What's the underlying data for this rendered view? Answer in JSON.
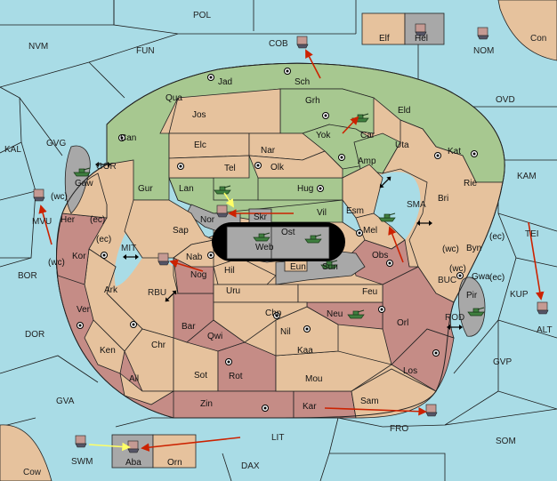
{
  "colors": {
    "sea": "#a9dce6",
    "neutral": "#e6c29d",
    "green": "#a7c890",
    "red": "#c58c86",
    "gray": "#a8a8a8",
    "order": "#cc2200",
    "support": "#ffff66"
  },
  "oceans": {
    "POL": "POL",
    "NVM": "NVM",
    "FUN": "FUN",
    "COB": "COB",
    "NOM": "NOM",
    "Con": "Con",
    "OVD": "OVD",
    "KAL": "KAL",
    "GVG": "GVG",
    "GOR": "GOR",
    "KAM": "KAM",
    "SMA": "SMA",
    "TEI": "TEI",
    "MVU": "MVU",
    "MIT": "MIT",
    "BOR": "BOR",
    "RBU": "RBU",
    "BUC": "BUC",
    "KUP": "KUP",
    "ROD": "ROD",
    "ALT": "ALT",
    "DOR": "DOR",
    "GVP": "GVP",
    "GVA": "GVA",
    "FRO": "FRO",
    "LIT": "LIT",
    "SOM": "SOM",
    "SWM": "SWM",
    "DAX": "DAX",
    "Cow": "Cow"
  },
  "coasts": {
    "wc1": "(wc)",
    "ec1": "(ec)",
    "ec2": "(ec)",
    "wc2": "(wc)",
    "wc3": "(wc)",
    "ec3": "(ec)",
    "wc4": "(wc)",
    "ec4": "(ec)"
  },
  "territories": {
    "Jad": "Jad",
    "Qua": "Qua",
    "Sch": "Sch",
    "Grh": "Grh",
    "Eld": "Eld",
    "Jos": "Jos",
    "Can": "Can",
    "Yok": "Yok",
    "Car": "Car",
    "Uta": "Uta",
    "Elc": "Elc",
    "Nar": "Nar",
    "Kat": "Kat",
    "Tel": "Tel",
    "Olk": "Olk",
    "Amp": "Amp",
    "Gaw": "Gaw",
    "Gur": "Gur",
    "Lan": "Lan",
    "Hug": "Hug",
    "Rie": "Rie",
    "Bri": "Bri",
    "Her": "Her",
    "Nor": "Nor",
    "Skr": "Skr",
    "Vil": "Vil",
    "Esm": "Esm",
    "Sap": "Sap",
    "Ost": "Ost",
    "Mel": "Mel",
    "Byn": "Byn",
    "Web": "Web",
    "Kor": "Kor",
    "Nab": "Nab",
    "Eun": "Eun",
    "Sun": "Sun",
    "Obs": "Obs",
    "Gwa": "Gwa",
    "Hil": "Hil",
    "Nog": "Nog",
    "Ark": "Ark",
    "Uru": "Uru",
    "Feu": "Feu",
    "Pir": "Pir",
    "Ver": "Ver",
    "Chp": "Chp",
    "Neu": "Neu",
    "Bar": "Bar",
    "Orl": "Orl",
    "Qwi": "Qwi",
    "Nil": "Nil",
    "Ken": "Ken",
    "Chr": "Chr",
    "Kaa": "Kaa",
    "Ail": "Ail",
    "Sot": "Sot",
    "Rot": "Rot",
    "Los": "Los",
    "Mou": "Mou",
    "Zin": "Zin",
    "Kar": "Kar",
    "Sam": "Sam",
    "Elf": "Elf",
    "Hel": "Hel",
    "Aba": "Aba",
    "Orn": "Orn"
  }
}
